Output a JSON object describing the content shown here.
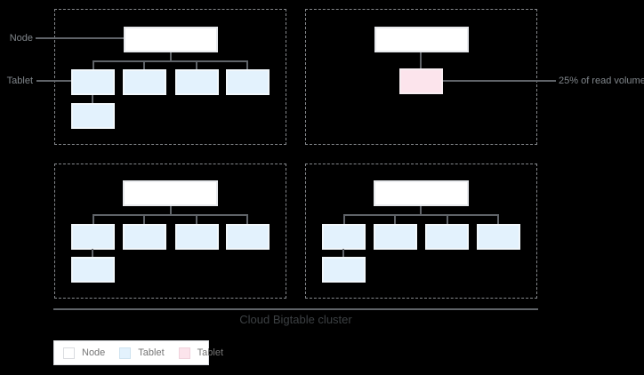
{
  "colors": {
    "background": "#000000",
    "dash_border": "#85888c",
    "line": "#5f6368",
    "node_fill": "#ffffff",
    "node_border": "#e8eaed",
    "tablet_blue": "#e3f2fd",
    "tablet_blue_border": "#f2f8fc",
    "tablet_pink": "#fce4ec",
    "tablet_pink_border": "#f8eef2",
    "label_gray": "#80868b",
    "caption_gray": "#3c4043",
    "legend_border": "#dadce0"
  },
  "callouts": {
    "node": "Node",
    "tablet": "Tablet",
    "read_volume": "25% of read volume"
  },
  "caption": "Cloud Bigtable cluster",
  "legend": {
    "items": [
      {
        "label": "Node",
        "color": "#ffffff"
      },
      {
        "label": "Tablet",
        "color": "#e3f2fd"
      },
      {
        "label": "Tablet",
        "color": "#fce4ec"
      }
    ]
  },
  "structure": {
    "zones": 4,
    "zone_summary": [
      {
        "nodes": 1,
        "blue_tablets": 5,
        "pink_tablets": 0
      },
      {
        "nodes": 1,
        "blue_tablets": 0,
        "pink_tablets": 1
      },
      {
        "nodes": 1,
        "blue_tablets": 5,
        "pink_tablets": 0
      },
      {
        "nodes": 1,
        "blue_tablets": 5,
        "pink_tablets": 0
      }
    ]
  }
}
